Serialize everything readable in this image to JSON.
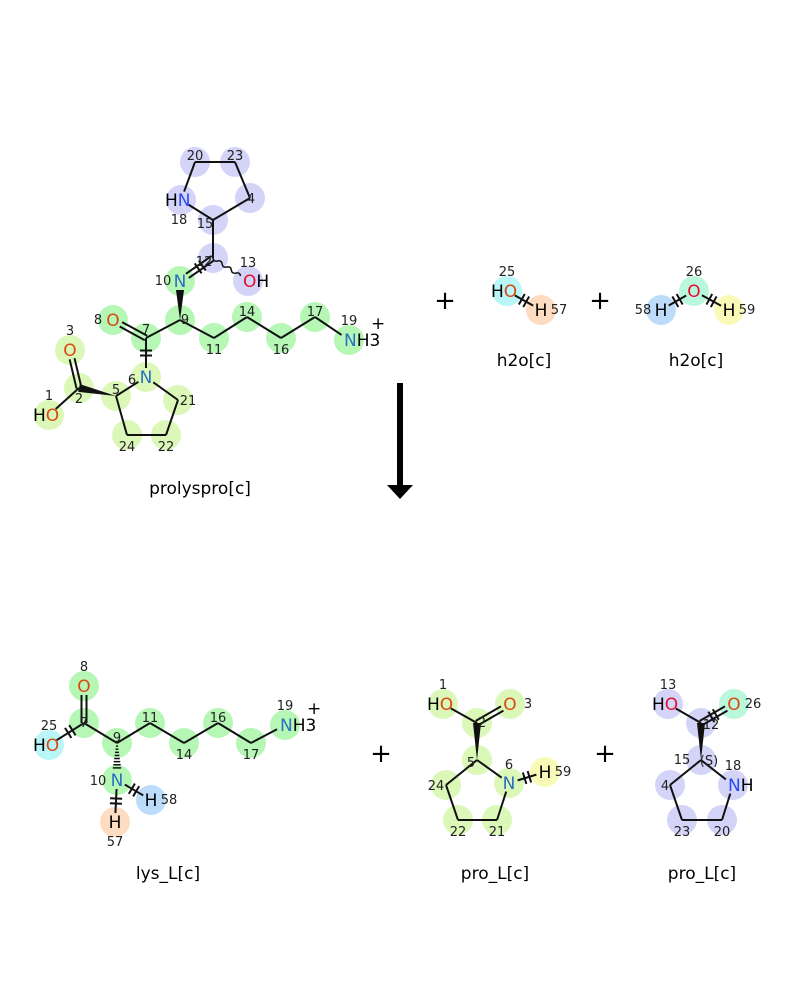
{
  "colors": {
    "green": "#b6f7b6",
    "yellowgreen": "#dbf8b8",
    "lavender": "#d4d4f9",
    "cyan": "#b8f6f8",
    "peach": "#fddcc2",
    "blue": "#bcdcfa",
    "mint": "#baf8dc",
    "yellow": "#fafab8",
    "O": "#d9480f",
    "O_alt": "#e0102f",
    "N": "#2a6fc0",
    "N_alt": "#2848f0",
    "bond": "#111111"
  },
  "reaction": {
    "plus": "+",
    "reactants": [
      {
        "name": "prolyspro[c]",
        "atoms": [
          {
            "num": "20",
            "hl": "lavender"
          },
          {
            "num": "23",
            "hl": "lavender"
          },
          {
            "num": "4",
            "hl": "lavender"
          },
          {
            "num": "18",
            "sym": "N",
            "pre": "H",
            "hl": "lavender",
            "alt": true
          },
          {
            "num": "15",
            "hl": "lavender"
          },
          {
            "num": "12",
            "hl": "lavender"
          },
          {
            "num": "13",
            "sym": "O",
            "suf": "H",
            "hl": "lavender",
            "alt": true
          },
          {
            "num": "10",
            "sym": "N",
            "hl": "green"
          },
          {
            "num": "9",
            "hl": "green"
          },
          {
            "num": "8",
            "sym": "O",
            "hl": "green"
          },
          {
            "num": "7",
            "hl": "green"
          },
          {
            "num": "11",
            "hl": "green"
          },
          {
            "num": "14",
            "hl": "green"
          },
          {
            "num": "16",
            "hl": "green"
          },
          {
            "num": "17",
            "hl": "green"
          },
          {
            "num": "19",
            "sym": "N",
            "suf": "H3",
            "charge": "+",
            "hl": "green"
          },
          {
            "num": "6",
            "sym": "N",
            "hl": "yellowgreen"
          },
          {
            "num": "5",
            "hl": "yellowgreen"
          },
          {
            "num": "21",
            "hl": "yellowgreen"
          },
          {
            "num": "22",
            "hl": "yellowgreen"
          },
          {
            "num": "24",
            "hl": "yellowgreen"
          },
          {
            "num": "2",
            "hl": "yellowgreen"
          },
          {
            "num": "3",
            "sym": "O",
            "hl": "yellowgreen"
          },
          {
            "num": "1",
            "sym": "O",
            "pre": "H",
            "hl": "yellowgreen"
          }
        ]
      },
      {
        "name": "h2o[c]",
        "atoms": [
          {
            "num": "25",
            "sym": "O",
            "pre": "H",
            "hl": "cyan"
          },
          {
            "num": "57",
            "sym": "H",
            "hl": "peach"
          }
        ]
      },
      {
        "name": "h2o[c]",
        "atoms": [
          {
            "num": "26",
            "sym": "O",
            "hl": "mint",
            "alt": true
          },
          {
            "num": "58",
            "sym": "H",
            "hl": "blue"
          },
          {
            "num": "59",
            "sym": "H",
            "hl": "yellow"
          }
        ]
      }
    ],
    "products": [
      {
        "name": "lys_L[c]",
        "atoms": [
          {
            "num": "8",
            "sym": "O",
            "hl": "green"
          },
          {
            "num": "7",
            "hl": "green"
          },
          {
            "num": "25",
            "sym": "O",
            "pre": "H",
            "hl": "cyan"
          },
          {
            "num": "9",
            "hl": "green"
          },
          {
            "num": "11",
            "hl": "green"
          },
          {
            "num": "14",
            "hl": "green"
          },
          {
            "num": "16",
            "hl": "green"
          },
          {
            "num": "17",
            "hl": "green"
          },
          {
            "num": "19",
            "sym": "N",
            "suf": "H3",
            "charge": "+",
            "hl": "green"
          },
          {
            "num": "10",
            "sym": "N",
            "hl": "green"
          },
          {
            "num": "57",
            "sym": "H",
            "hl": "peach"
          },
          {
            "num": "58",
            "sym": "H",
            "hl": "blue"
          }
        ]
      },
      {
        "name": "pro_L[c]",
        "atoms": [
          {
            "num": "1",
            "sym": "O",
            "pre": "H",
            "hl": "yellowgreen"
          },
          {
            "num": "3",
            "sym": "O",
            "hl": "yellowgreen"
          },
          {
            "num": "2",
            "hl": "yellowgreen"
          },
          {
            "num": "5",
            "hl": "yellowgreen"
          },
          {
            "num": "6",
            "sym": "N",
            "hl": "yellowgreen"
          },
          {
            "num": "59",
            "sym": "H",
            "hl": "yellow"
          },
          {
            "num": "24",
            "hl": "yellowgreen"
          },
          {
            "num": "22",
            "hl": "yellowgreen"
          },
          {
            "num": "21",
            "hl": "yellowgreen"
          }
        ]
      },
      {
        "name": "pro_L[c]",
        "atoms": [
          {
            "num": "13",
            "sym": "O",
            "pre": "H",
            "hl": "lavender",
            "alt": true
          },
          {
            "num": "26",
            "sym": "O",
            "hl": "mint"
          },
          {
            "num": "12",
            "hl": "lavender"
          },
          {
            "num": "15",
            "hl": "lavender",
            "stereo": "(S)"
          },
          {
            "num": "18",
            "sym": "N",
            "suf": "H",
            "hl": "lavender",
            "alt": true
          },
          {
            "num": "4",
            "hl": "lavender"
          },
          {
            "num": "23",
            "hl": "lavender"
          },
          {
            "num": "20",
            "hl": "lavender"
          }
        ]
      }
    ]
  }
}
